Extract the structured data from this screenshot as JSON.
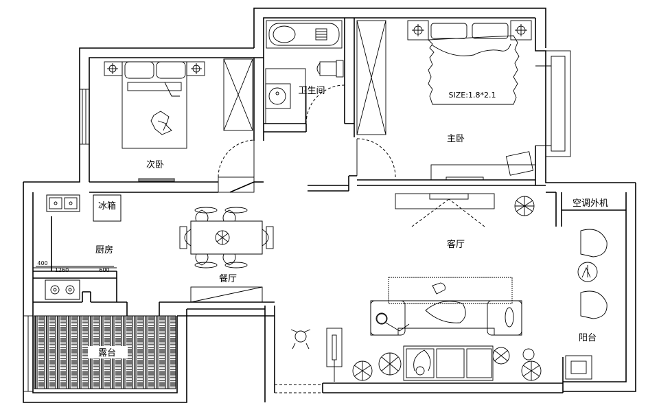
{
  "rooms": {
    "second_bedroom": "次卧",
    "master_bedroom": "主卧",
    "bathroom": "卫生间",
    "kitchen": "厨房",
    "dining": "餐厅",
    "living": "客厅",
    "balcony": "阳台",
    "ac_unit": "空调外机",
    "fridge": "冰箱",
    "terrace": "露台"
  },
  "bed_size": "SIZE:1.8*2.1",
  "dimensions": {
    "d400": "400",
    "d1260": "1260",
    "d600": "600"
  },
  "colors": {
    "line": "#000000",
    "background": "#ffffff"
  }
}
